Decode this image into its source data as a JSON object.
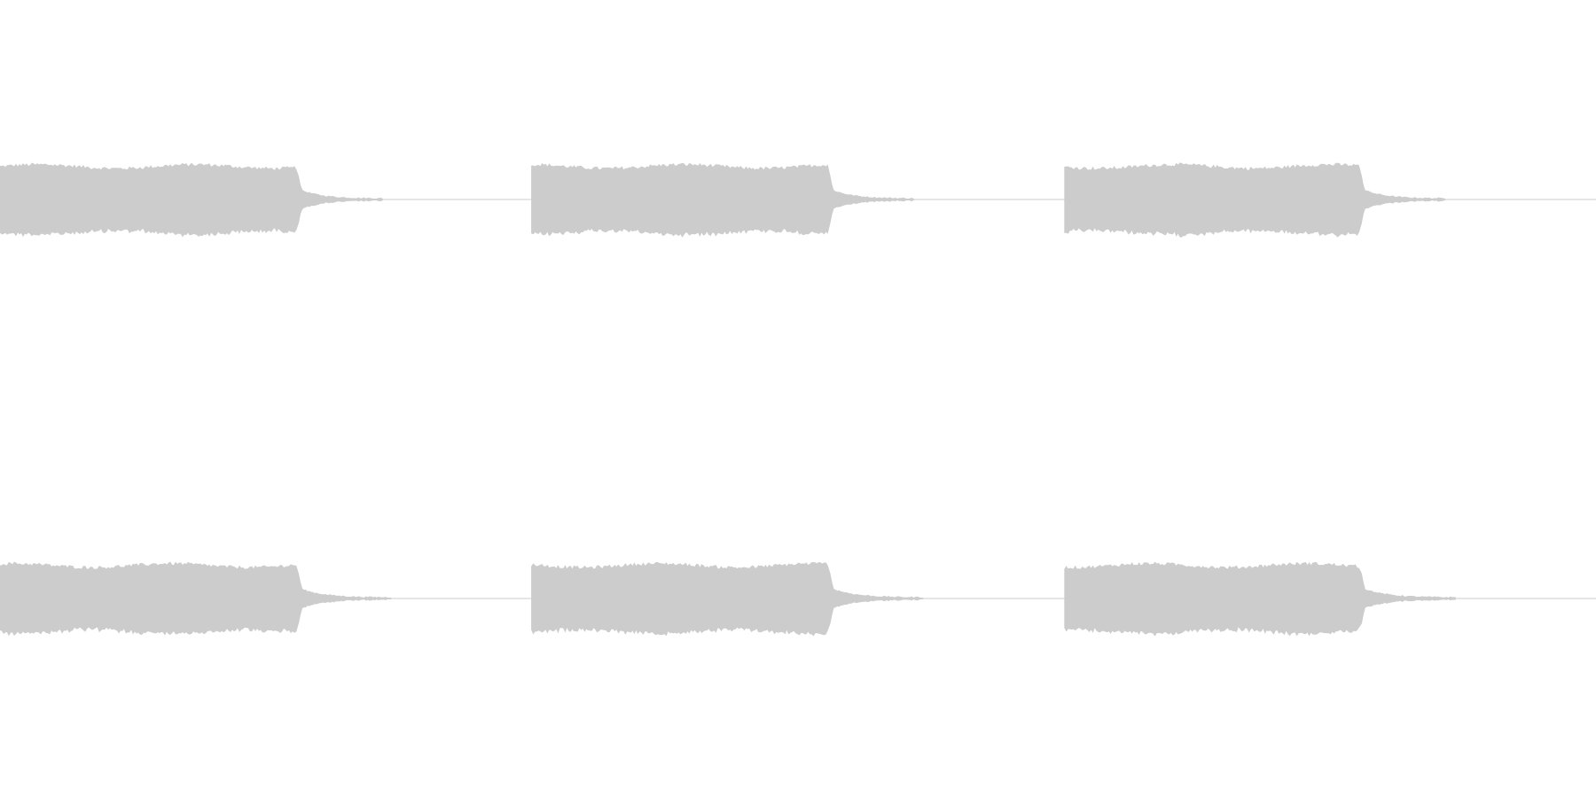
{
  "waveform": {
    "channels": [
      {
        "bursts": [
          {
            "start": 0.0,
            "end": 0.186,
            "decay_end": 0.24
          },
          {
            "start": 0.333,
            "end": 0.519,
            "decay_end": 0.573
          },
          {
            "start": 0.667,
            "end": 0.852,
            "decay_end": 0.906
          }
        ]
      },
      {
        "bursts": [
          {
            "start": 0.0,
            "end": 0.186,
            "decay_end": 0.245
          },
          {
            "start": 0.333,
            "end": 0.519,
            "decay_end": 0.579
          },
          {
            "start": 0.667,
            "end": 0.852,
            "decay_end": 0.912
          }
        ]
      }
    ],
    "color": "#cccccc"
  }
}
